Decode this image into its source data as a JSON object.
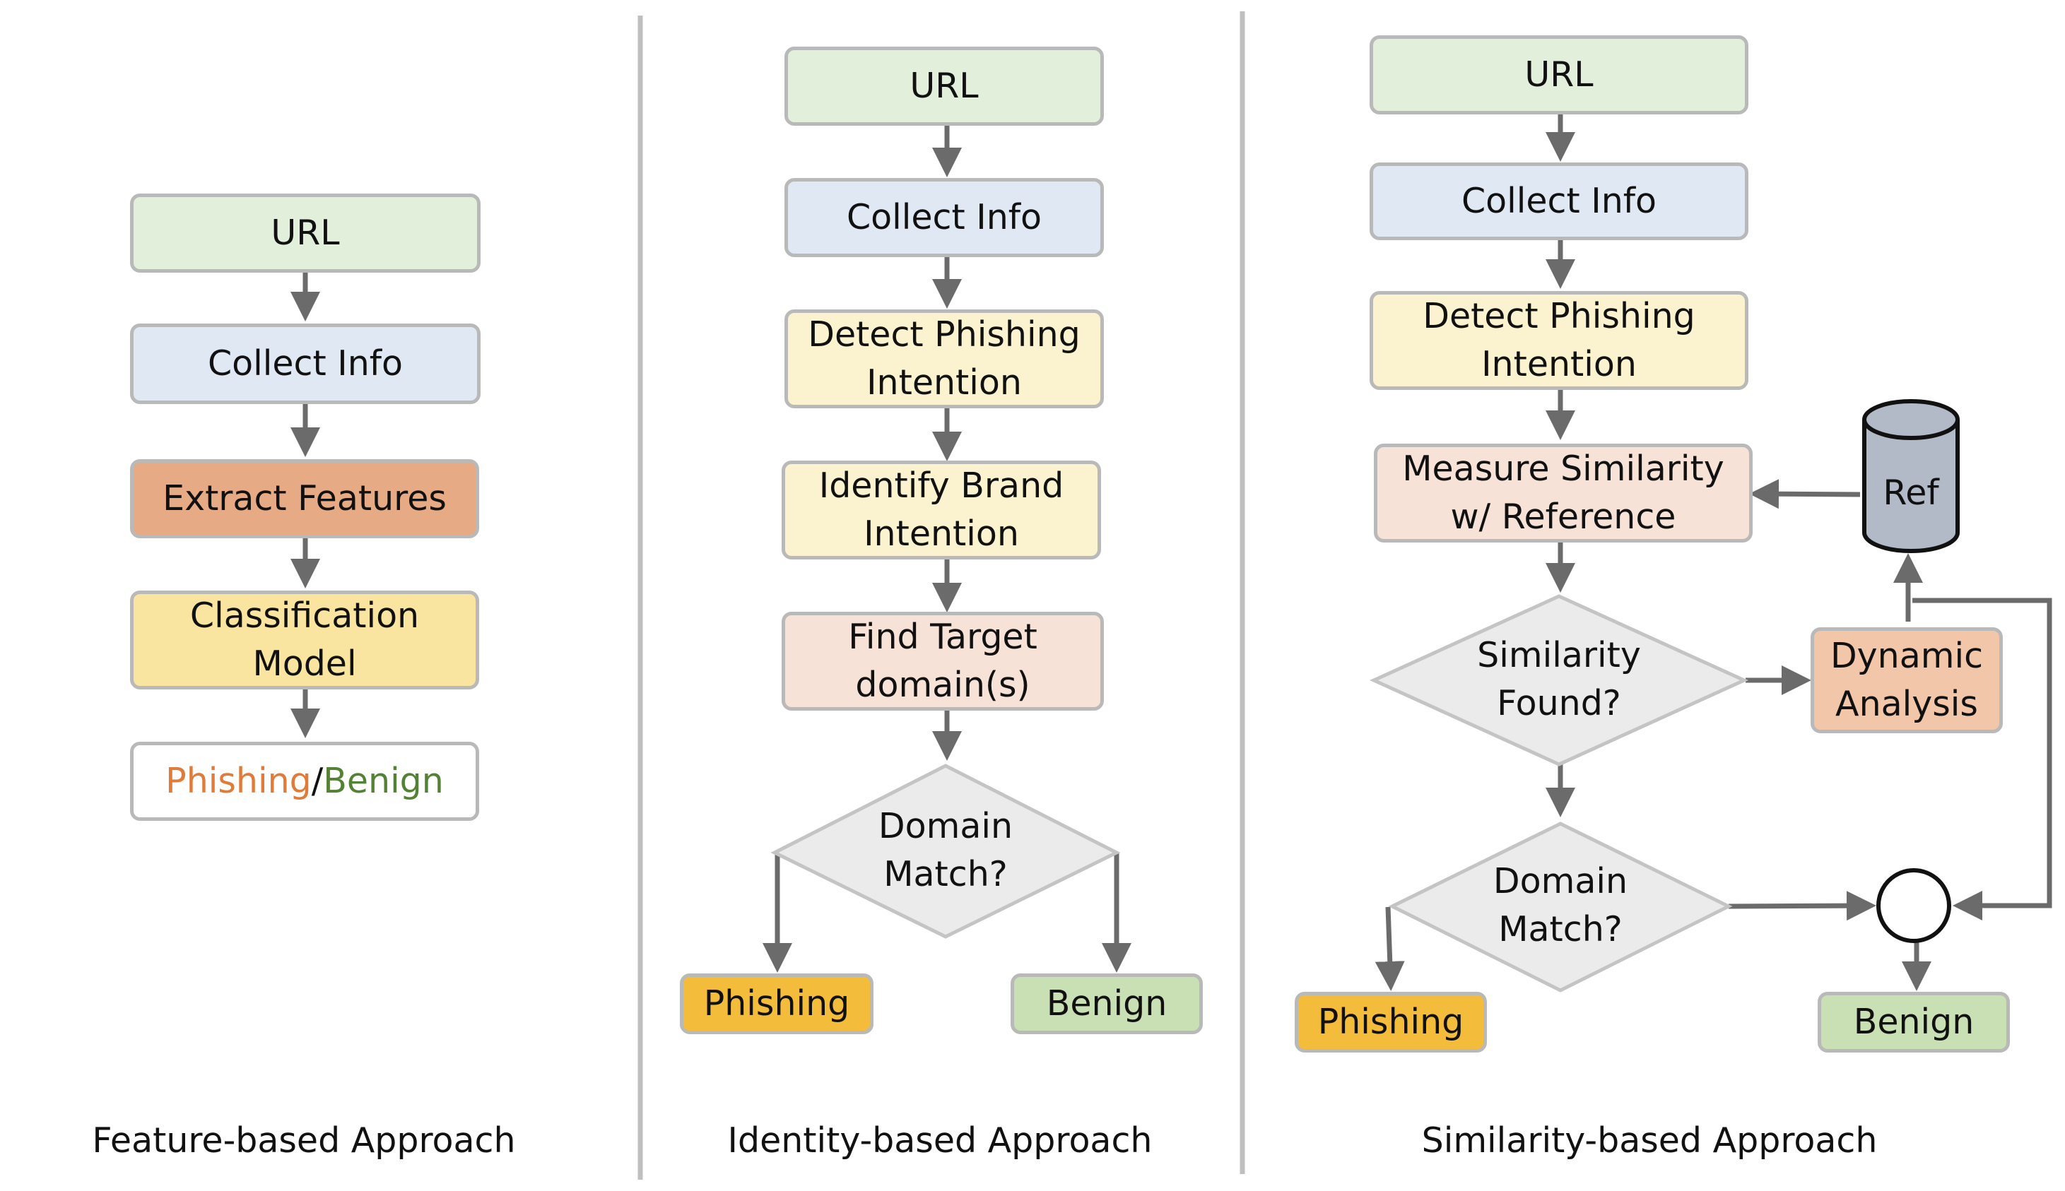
{
  "feature": {
    "url": "URL",
    "collect": "Collect Info",
    "extract": "Extract Features",
    "classification": "Classification\nModel",
    "result_phishing": "Phishing",
    "result_slash": "/",
    "result_benign": "Benign",
    "caption": "Feature-based Approach"
  },
  "identity": {
    "url": "URL",
    "collect": "Collect Info",
    "detect": "Detect Phishing\nIntention",
    "identify": "Identify Brand\nIntention",
    "find": "Find Target\ndomain(s)",
    "domain_match": "Domain\nMatch?",
    "phishing": "Phishing",
    "benign": "Benign",
    "caption": "Identity-based Approach"
  },
  "similarity": {
    "url": "URL",
    "collect": "Collect Info",
    "detect": "Detect Phishing\nIntention",
    "measure": "Measure Similarity\nw/ Reference",
    "ref": "Ref",
    "similarity_found": "Similarity\nFound?",
    "dynamic": "Dynamic\nAnalysis",
    "domain_match": "Domain\nMatch?",
    "phishing": "Phishing",
    "benign": "Benign",
    "caption": "Similarity-based Approach"
  },
  "colors": {
    "phishing_text": "#e07b39",
    "benign_text": "#548235",
    "arrow": "#6b6b6b",
    "divider": "#bfbfbf"
  }
}
